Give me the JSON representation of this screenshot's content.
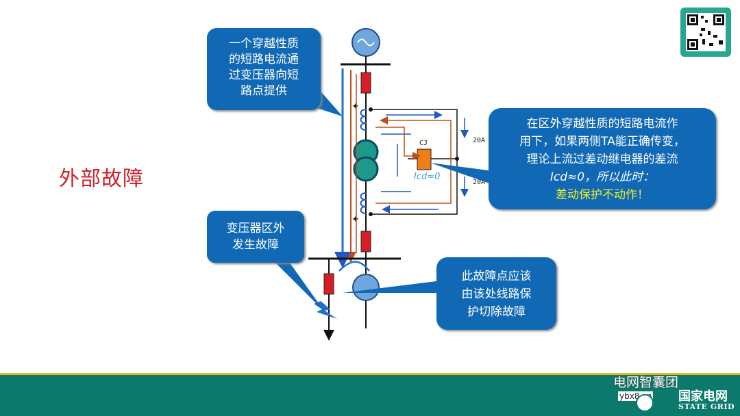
{
  "title": "外部故障",
  "callouts": {
    "top_left": [
      "一个穿越性质",
      "的短路电流通",
      "过变压器向短",
      "路点提供"
    ],
    "right": [
      "在区外穿越性质的短路电流作",
      "用下，如果两侧TA能正确传变，",
      "理论上流过差动继电器的差流",
      "Icd≈0，所以此时：",
      "差动保护不动作！"
    ],
    "mid_left": [
      "变压器区外",
      "发生故障"
    ],
    "bottom": [
      "此故障点应该",
      "由该处线路保",
      "护切除故障"
    ]
  },
  "diagram": {
    "relay_label": "CJ",
    "current_top": "20A",
    "current_bottom": "20A",
    "diff_label": "Icd≈0"
  },
  "watermark": {
    "wechat": "电网智囊团",
    "site": "ybx8.cn",
    "brand_cn": "国家电网",
    "brand_en": "STATE GRID"
  },
  "colors": {
    "callout": "#1169b5",
    "title": "#d0202a",
    "footer": "#0b7a6c",
    "accent_green": "#f2f026",
    "breaker": "#d81e24"
  }
}
